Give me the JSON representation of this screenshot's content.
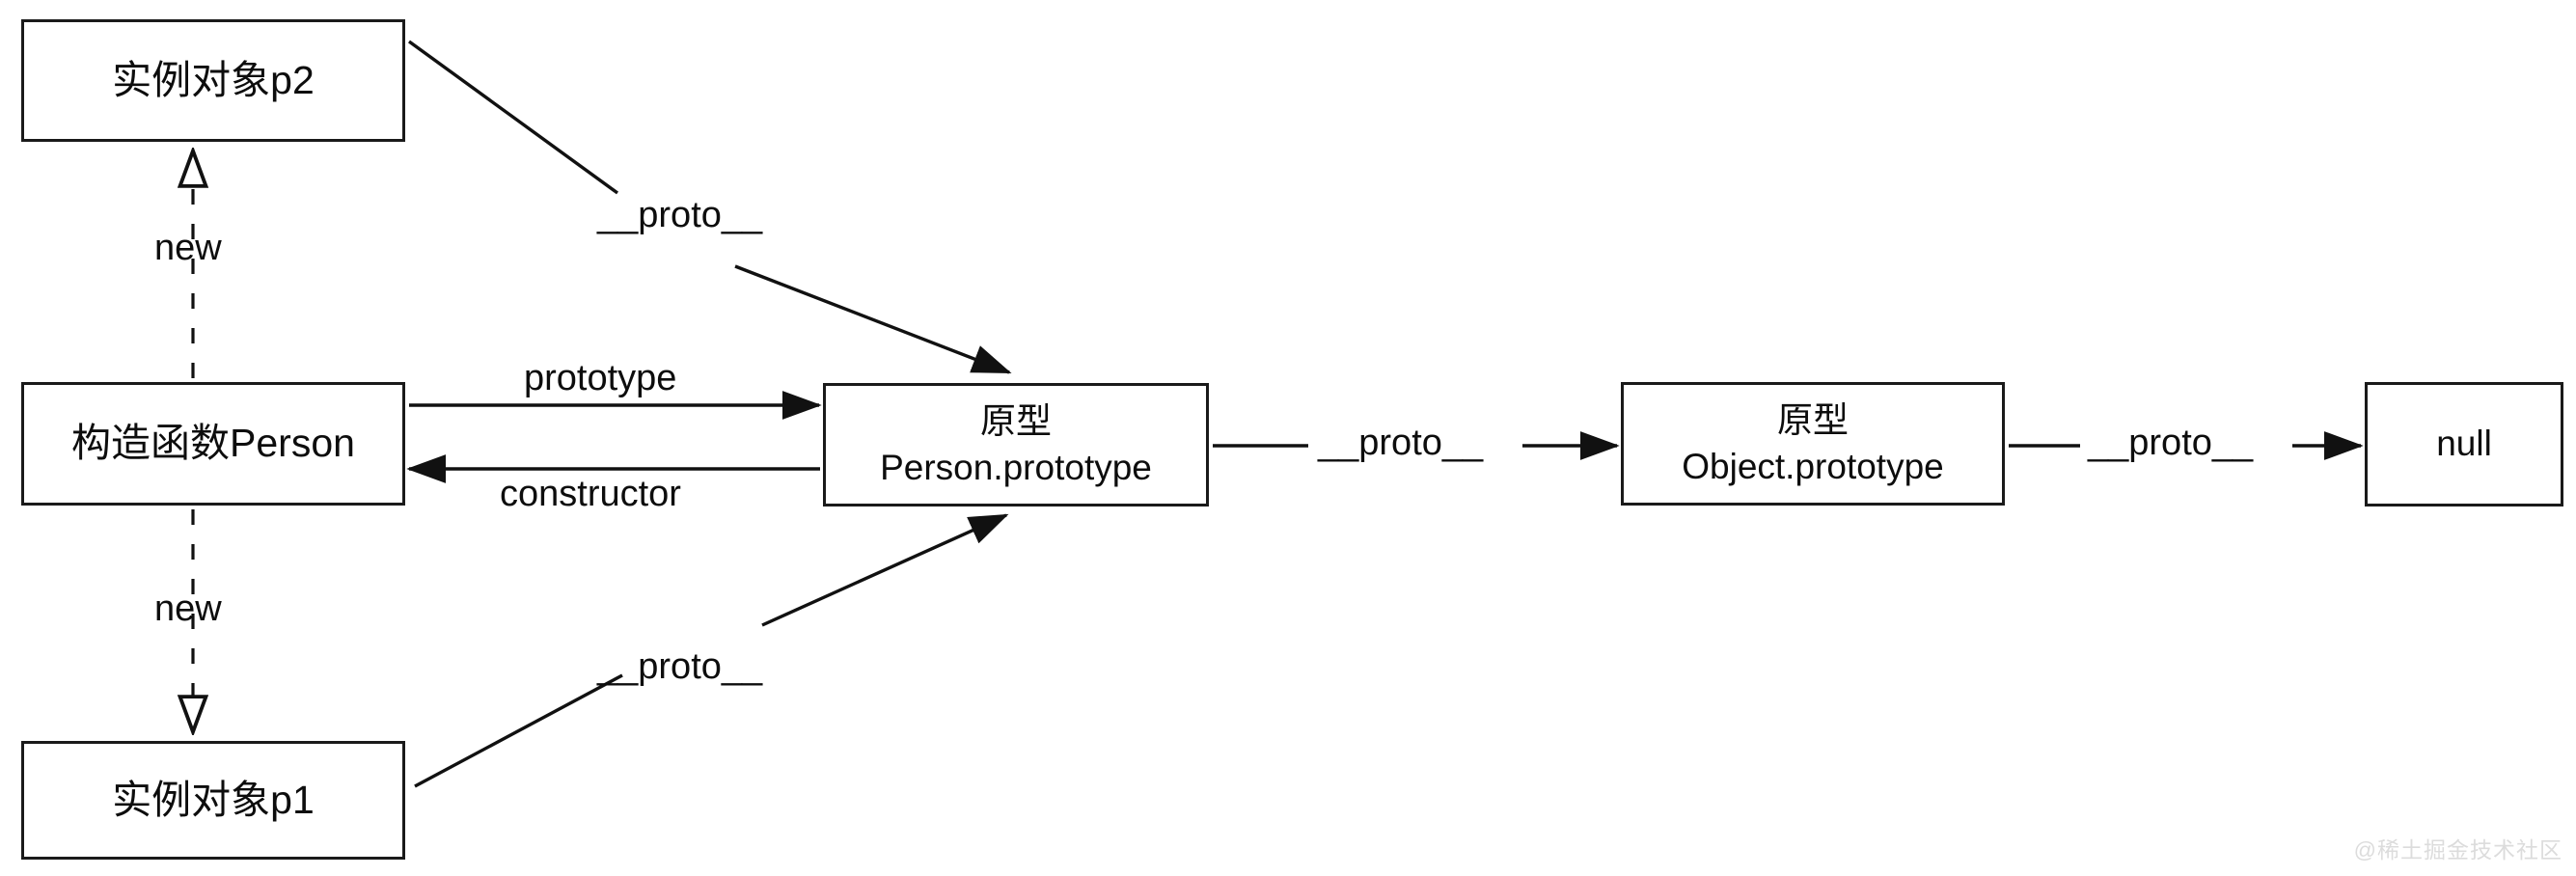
{
  "diagram": {
    "title": "JavaScript prototype chain diagram",
    "stroke_color": "#1a1a1a",
    "text_color": "#0d0d0d",
    "background_color": "#ffffff",
    "nodes": [
      {
        "id": "p2",
        "lines": [
          "实例对象p2"
        ]
      },
      {
        "id": "person",
        "lines": [
          "构造函数Person"
        ]
      },
      {
        "id": "p1",
        "lines": [
          "实例对象p1"
        ]
      },
      {
        "id": "pproto",
        "lines": [
          "原型",
          "Person.prototype"
        ]
      },
      {
        "id": "oproto",
        "lines": [
          "原型",
          "Object.prototype"
        ]
      },
      {
        "id": "null",
        "lines": [
          "null"
        ]
      }
    ],
    "edges": [
      {
        "id": "new-top",
        "label": "new",
        "from": "person",
        "to": "p2",
        "style": "dashed",
        "arrow": "hollow"
      },
      {
        "id": "new-bottom",
        "label": "new",
        "from": "person",
        "to": "p1",
        "style": "dashed",
        "arrow": "hollow"
      },
      {
        "id": "proto-p2",
        "label": "__proto__",
        "from": "p2",
        "to": "pproto",
        "style": "solid",
        "arrow": "filled"
      },
      {
        "id": "proto-p1",
        "label": "__proto__",
        "from": "p1",
        "to": "pproto",
        "style": "solid",
        "arrow": "filled"
      },
      {
        "id": "prototype",
        "label": "prototype",
        "from": "person",
        "to": "pproto",
        "style": "solid",
        "arrow": "filled"
      },
      {
        "id": "constructor",
        "label": "constructor",
        "from": "pproto",
        "to": "person",
        "style": "solid",
        "arrow": "filled"
      },
      {
        "id": "proto-mid",
        "label": "__proto__",
        "from": "pproto",
        "to": "oproto",
        "style": "solid",
        "arrow": "filled"
      },
      {
        "id": "proto-right",
        "label": "__proto__",
        "from": "oproto",
        "to": "null",
        "style": "solid",
        "arrow": "filled"
      }
    ]
  },
  "watermark": {
    "text": "@稀土掘金技术社区"
  }
}
